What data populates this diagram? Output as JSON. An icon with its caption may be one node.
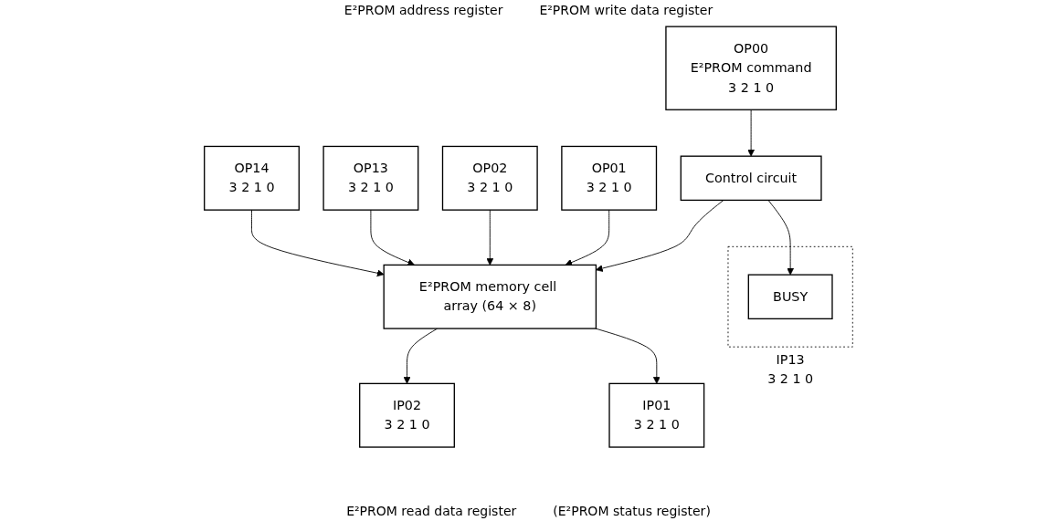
{
  "diagram": {
    "nodes": [
      {
        "text": [
          "OP14",
          "3 2 1 0"
        ]
      },
      {
        "text": [
          "OP13",
          "3 2 1 0"
        ]
      },
      {
        "text": [
          "OP02",
          "3 2 1 0"
        ]
      },
      {
        "text": [
          "OP01",
          "3 2 1 0"
        ]
      },
      {
        "text": [
          "OP00",
          "E²PROM command",
          "3 2 1 0"
        ]
      },
      {
        "text": [
          "E²PROM memory cell array (64 × 8)"
        ]
      },
      {
        "text": [
          "Control circuit"
        ]
      },
      {
        "text": [
          "IP02",
          "3 2 1 0"
        ]
      },
      {
        "text": [
          "IP01",
          "3 2 1 0"
        ]
      },
      {
        "text": [
          "IP13",
          "3 2 1 0"
        ]
      },
      {
        "text": [
          "BUSY"
        ],
        "in": 9
      }
    ],
    "edges": [
      {
        "from": 0,
        "to": 5,
        "arrow": "to"
      },
      {
        "from": 1,
        "to": 5,
        "arrow": "to"
      },
      {
        "from": 2,
        "to": 5,
        "arrow": "to"
      },
      {
        "from": 3,
        "to": 5,
        "arrow": "to"
      },
      {
        "from": 4,
        "to": 6,
        "arrow": "to"
      },
      {
        "from": 6,
        "to": 5,
        "arrow": "to"
      },
      {
        "from": 5,
        "to": 7,
        "arrow": "to"
      },
      {
        "from": 5,
        "to": 8,
        "arrow": "to"
      },
      {
        "from": 6,
        "to": 10,
        "arrow": "to"
      }
    ],
    "labels": [
      "E²PROM address register",
      "E²PROM write data register",
      "E²PROM read data register",
      "(E²PROM status register)"
    ]
  }
}
